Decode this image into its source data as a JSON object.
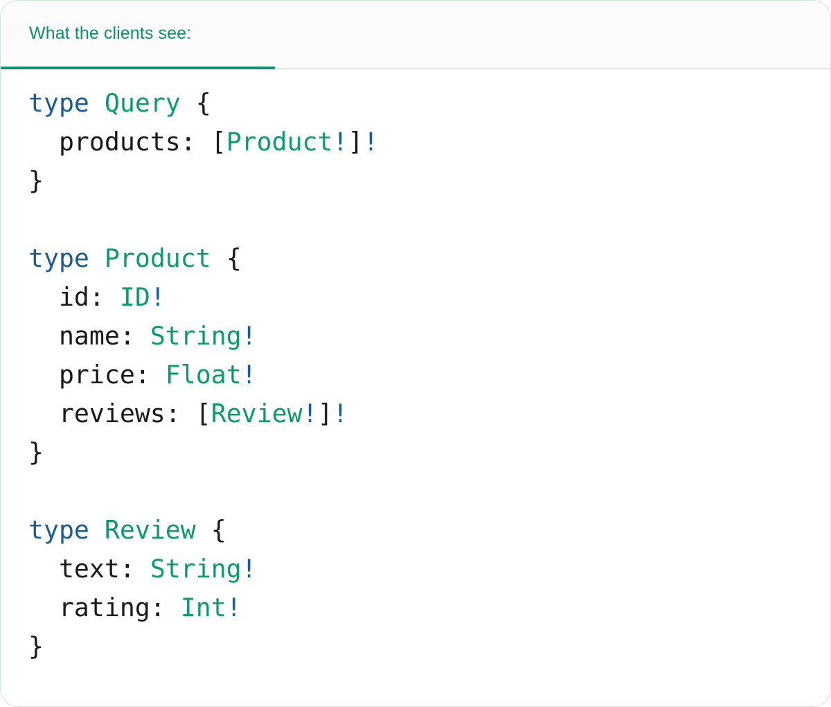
{
  "tab": {
    "label": "What the clients see:",
    "active": true,
    "accent_color": "#0f9470",
    "text_color": "#0d9068",
    "background": "#fbfbfb"
  },
  "card": {
    "background": "#ffffff",
    "border_color": "#cfe6da",
    "separator_color": "#e3e4e6"
  },
  "syntax_colors": {
    "keyword": "#1a5c96",
    "type_name": "#0c9a6e",
    "punctuation": "#18191b",
    "non_null": "#1a5c96"
  },
  "code": {
    "language": "graphql",
    "lines": [
      {
        "id": "l1",
        "tokens": [
          {
            "t": "type",
            "c": "kw"
          },
          {
            "t": " ",
            "c": "pn"
          },
          {
            "t": "Query",
            "c": "tn"
          },
          {
            "t": " ",
            "c": "pn"
          },
          {
            "t": "{",
            "c": "pn"
          }
        ]
      },
      {
        "id": "l2",
        "tokens": [
          {
            "t": "  products: ",
            "c": "pn"
          },
          {
            "t": "[",
            "c": "pn"
          },
          {
            "t": "Product",
            "c": "tn"
          },
          {
            "t": "!",
            "c": "bang"
          },
          {
            "t": "]",
            "c": "pn"
          },
          {
            "t": "!",
            "c": "bang"
          }
        ]
      },
      {
        "id": "l3",
        "tokens": [
          {
            "t": "}",
            "c": "pn"
          }
        ]
      },
      {
        "id": "l4",
        "tokens": []
      },
      {
        "id": "l5",
        "tokens": [
          {
            "t": "type",
            "c": "kw"
          },
          {
            "t": " ",
            "c": "pn"
          },
          {
            "t": "Product",
            "c": "tn"
          },
          {
            "t": " ",
            "c": "pn"
          },
          {
            "t": "{",
            "c": "pn"
          }
        ]
      },
      {
        "id": "l6",
        "tokens": [
          {
            "t": "  id: ",
            "c": "pn"
          },
          {
            "t": "ID",
            "c": "tn"
          },
          {
            "t": "!",
            "c": "bang"
          }
        ]
      },
      {
        "id": "l7",
        "tokens": [
          {
            "t": "  name: ",
            "c": "pn"
          },
          {
            "t": "String",
            "c": "tn"
          },
          {
            "t": "!",
            "c": "bang"
          }
        ]
      },
      {
        "id": "l8",
        "tokens": [
          {
            "t": "  price: ",
            "c": "pn"
          },
          {
            "t": "Float",
            "c": "tn"
          },
          {
            "t": "!",
            "c": "bang"
          }
        ]
      },
      {
        "id": "l9",
        "tokens": [
          {
            "t": "  reviews: ",
            "c": "pn"
          },
          {
            "t": "[",
            "c": "pn"
          },
          {
            "t": "Review",
            "c": "tn"
          },
          {
            "t": "!",
            "c": "bang"
          },
          {
            "t": "]",
            "c": "pn"
          },
          {
            "t": "!",
            "c": "bang"
          }
        ]
      },
      {
        "id": "l10",
        "tokens": [
          {
            "t": "}",
            "c": "pn"
          }
        ]
      },
      {
        "id": "l11",
        "tokens": []
      },
      {
        "id": "l12",
        "tokens": [
          {
            "t": "type",
            "c": "kw"
          },
          {
            "t": " ",
            "c": "pn"
          },
          {
            "t": "Review",
            "c": "tn"
          },
          {
            "t": " ",
            "c": "pn"
          },
          {
            "t": "{",
            "c": "pn"
          }
        ]
      },
      {
        "id": "l13",
        "tokens": [
          {
            "t": "  text: ",
            "c": "pn"
          },
          {
            "t": "String",
            "c": "tn"
          },
          {
            "t": "!",
            "c": "bang"
          }
        ]
      },
      {
        "id": "l14",
        "tokens": [
          {
            "t": "  rating: ",
            "c": "pn"
          },
          {
            "t": "Int",
            "c": "tn"
          },
          {
            "t": "!",
            "c": "bang"
          }
        ]
      },
      {
        "id": "l15",
        "tokens": [
          {
            "t": "}",
            "c": "pn"
          }
        ]
      }
    ]
  }
}
